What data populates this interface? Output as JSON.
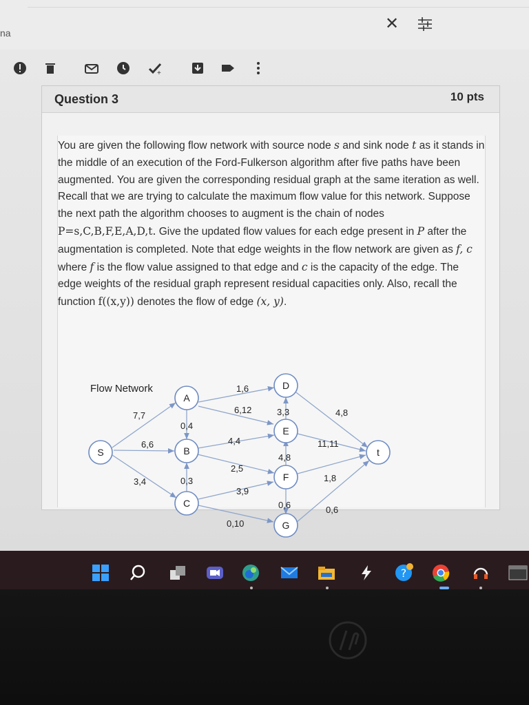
{
  "left_fragment": "na",
  "toolbar_icons": [
    "alert-icon",
    "trash-icon",
    "mail-icon",
    "clock-icon",
    "check-edit-icon",
    "download-icon",
    "tag-icon",
    "more-vertical-icon"
  ],
  "question": {
    "title": "Question 3",
    "points": "10 pts"
  },
  "text": {
    "p1": "You are given the following flow network with source node ",
    "s": "s",
    "p2": " and sink node ",
    "t": "t",
    "p3": " as it stands in the middle of an execution of the Ford-Fulkerson algorithm after five paths have been augmented. You are given the corresponding residual graph at the same iteration as well. Recall that we are trying to calculate the maximum flow value for this network. Suppose the next path the algorithm chooses to augment is the chain of nodes ",
    "path_eq": "P=s,C,B,F,E,A,D,t.",
    "p4": " Give the updated flow values for each edge present in ",
    "P": "P",
    "p5": " after the augmentation is completed. Note that edge weights in the flow network are given as ",
    "fc": "f, c",
    "p6": " where ",
    "f": "f",
    "p7": " is the flow value assigned to that edge and ",
    "c": "c",
    "p8": " is the capacity of the edge. The edge weights of the residual graph represent residual capacities only. Also, recall the function ",
    "func": "f((x,y))",
    "p9": " denotes the flow of edge ",
    "xy": "(x, y)",
    "p10": "."
  },
  "graph": {
    "title": "Flow Network",
    "nodes": {
      "s": "S",
      "A": "A",
      "B": "B",
      "C": "C",
      "D": "D",
      "E": "E",
      "F": "F",
      "G": "G",
      "t": "t"
    },
    "edges": {
      "sA": "7,7",
      "sB": "6,6",
      "sC": "3,4",
      "AD": "1,6",
      "AE": "6,12",
      "BA": "0,4",
      "CB": "0,3",
      "BE": "4,4",
      "BF": "2,5",
      "CF": "3,9",
      "CG": "0,10",
      "ED": "3,3",
      "FE": "4,8",
      "FG": "0,6",
      "Dt": "4,8",
      "Et": "11,11",
      "Ft": "1,8",
      "Gt": "0,6"
    }
  },
  "colors": {
    "node_stroke": "#6e8bc2",
    "edge": "#8fa6cc",
    "taskbar": "#2a1b1e"
  },
  "taskbar_icons": [
    "windows-start-icon",
    "search-icon",
    "task-view-icon",
    "meet-video-icon",
    "edge-browser-icon",
    "mail-icon",
    "file-explorer-icon",
    "bolt-app-icon",
    "help-icon",
    "chrome-icon",
    "headset-icon",
    "terminal-icon"
  ]
}
